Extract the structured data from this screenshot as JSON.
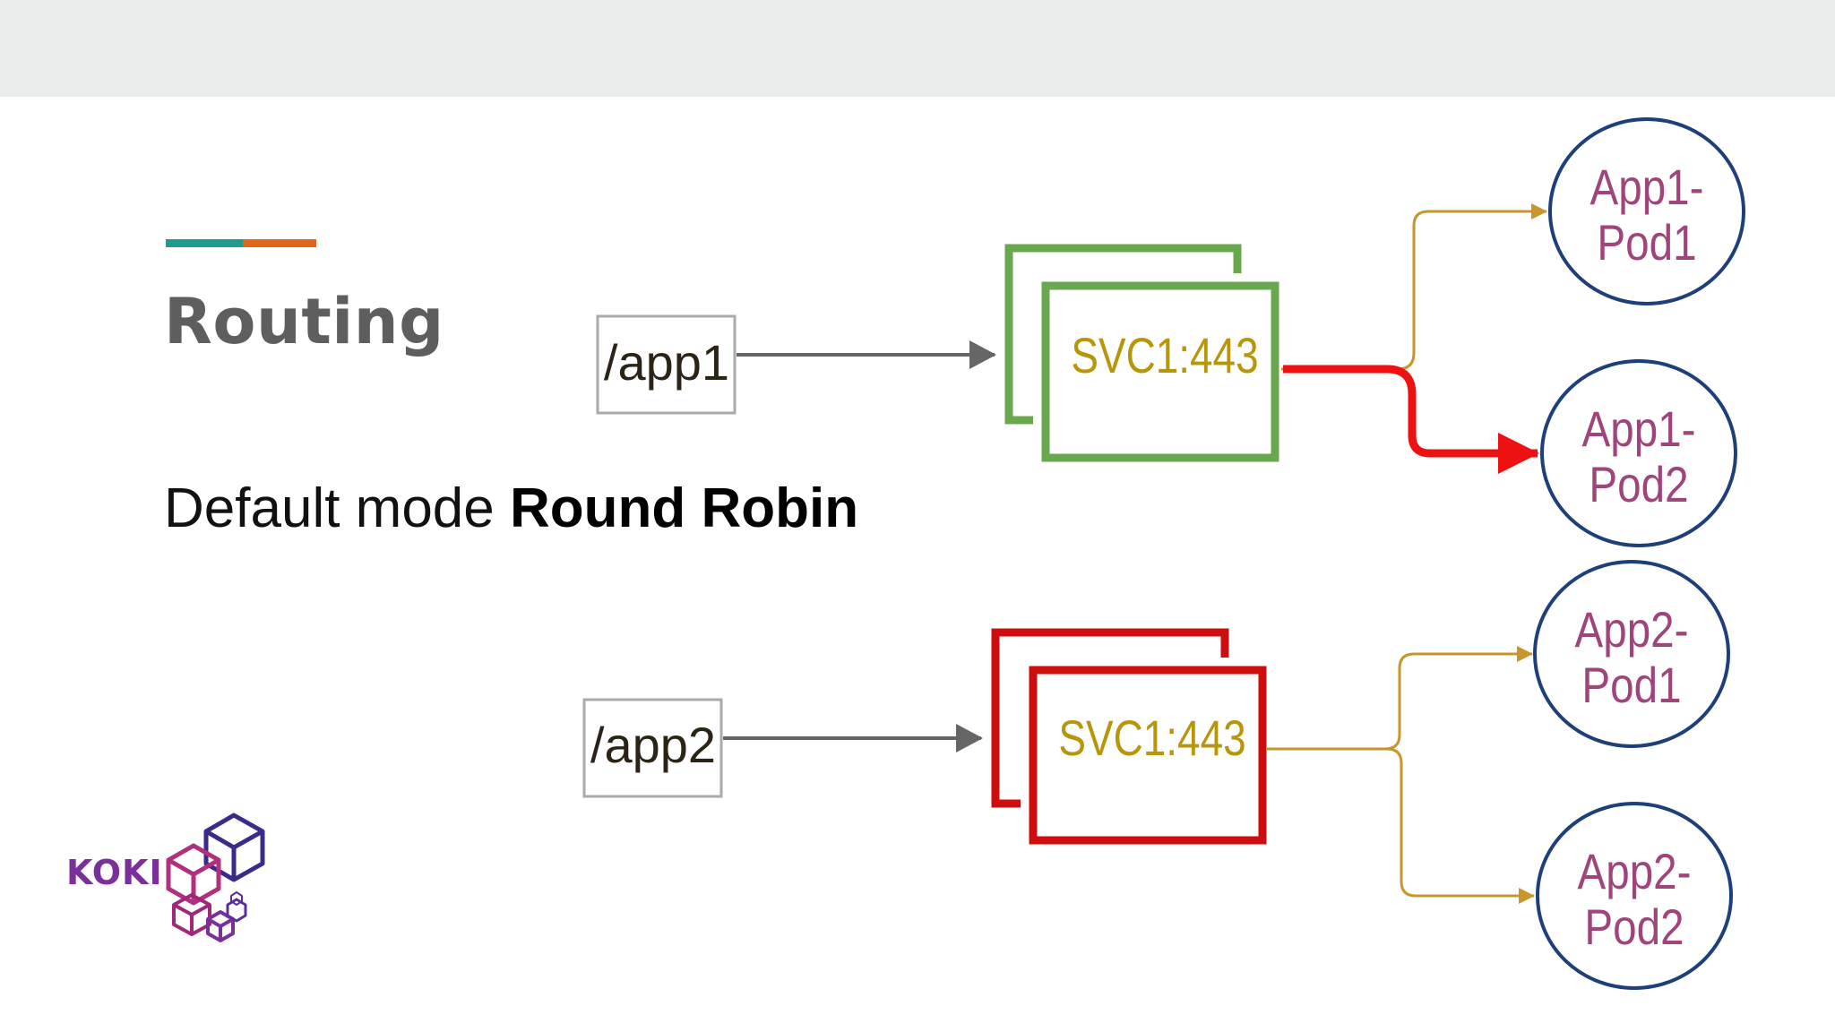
{
  "slide": {
    "title": "Routing",
    "subtitle_regular": "Default mode ",
    "subtitle_bold": "Round Robin",
    "logo_text": "KOKI"
  },
  "diagram": {
    "routes": [
      {
        "path": "/app1",
        "service": "SVC1:443",
        "service_color": "#6aa84f",
        "pods": [
          {
            "line1": "App1-",
            "line2": "Pod1"
          },
          {
            "line1": "App1-",
            "line2": "Pod2"
          }
        ],
        "active_pod": "App1-Pod2",
        "active_color": "#ee1111"
      },
      {
        "path": "/app2",
        "service": "SVC1:443",
        "service_color": "#cc0e0e",
        "pods": [
          {
            "line1": "App2-",
            "line2": "Pod1"
          },
          {
            "line1": "App2-",
            "line2": "Pod2"
          }
        ]
      }
    ],
    "colors": {
      "path_box_border": "#aaaaaa",
      "path_text": "#2b2416",
      "service_text": "#b8960c",
      "pod_border": "#1f3f7a",
      "pod_text": "#a0457a",
      "pod_connector": "#c9962e",
      "main_arrow": "#666666"
    }
  }
}
